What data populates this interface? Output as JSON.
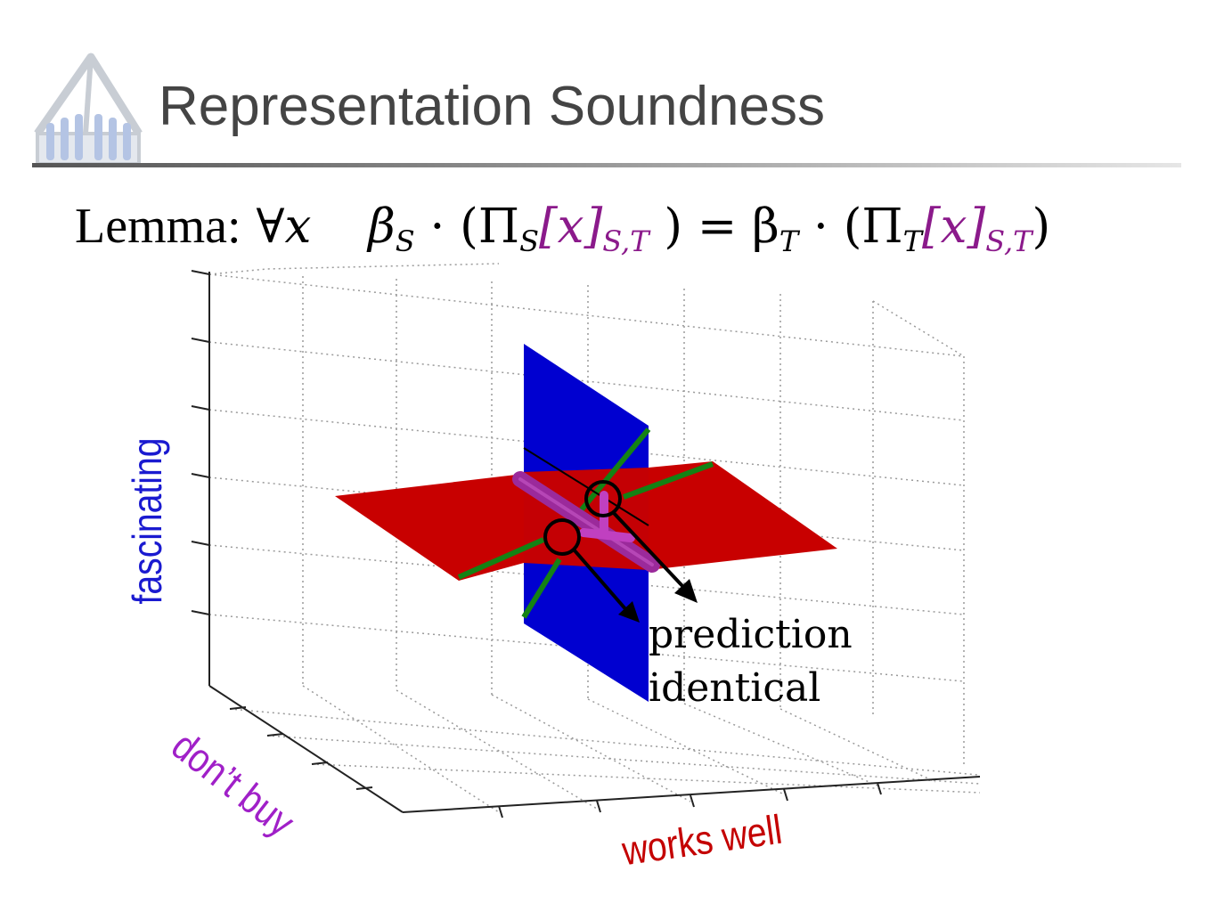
{
  "header": {
    "title": "Representation Soundness"
  },
  "lemma": {
    "label": "Lemma:",
    "forall": "∀x",
    "beta_s": "β",
    "sub_s": "S",
    "dot_open": "· (Π",
    "pi_sub_s": "S",
    "x_bracket": "[x]",
    "st_sub": "S,T",
    "close_eq": ") = β",
    "sub_t": "T",
    "pi_sub_t": "T",
    "close": ")"
  },
  "axes": {
    "z_label": "fascinating",
    "y_label": "don’t buy",
    "x_label": "works well"
  },
  "annotation": {
    "line1": "prediction",
    "line2": "identical"
  },
  "colors": {
    "blue_plane": "#0000d0",
    "red_plane": "#c80000",
    "green_line": "#148214",
    "purple_bar": "#9b2a9b",
    "title_gray": "#444444"
  },
  "icons": {
    "logo": "chapel-logo-icon"
  }
}
